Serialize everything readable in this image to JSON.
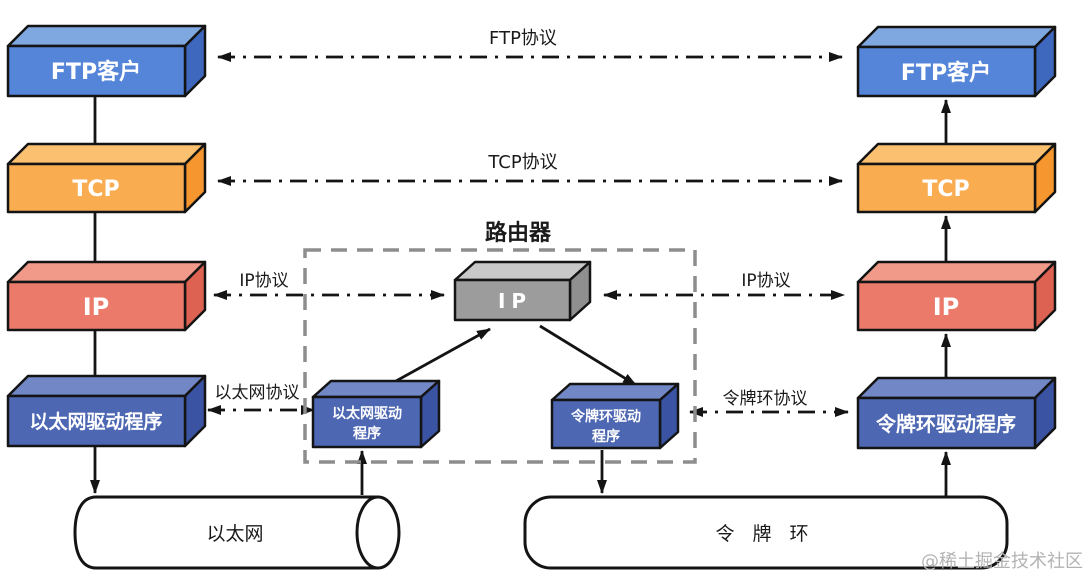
{
  "left_stack": {
    "app": "FTP客户",
    "transport": "TCP",
    "network": "IP",
    "driver": "以太网驱动程序",
    "medium": "以太网"
  },
  "right_stack": {
    "app": "FTP客户",
    "transport": "TCP",
    "network": "IP",
    "driver": "令牌环驱动程序",
    "medium": "令 牌 环"
  },
  "router": {
    "title": "路由器",
    "ip": "IP",
    "eth_driver_l1": "以太网驱动",
    "eth_driver_l2": "程序",
    "token_driver_l1": "令牌环驱动",
    "token_driver_l2": "程序"
  },
  "protocols": {
    "ftp": "FTP协议",
    "tcp": "TCP协议",
    "ip_left": "IP协议",
    "ip_right": "IP协议",
    "ethernet": "以太网协议",
    "token_ring": "令牌环协议"
  },
  "watermark": "@稀土掘金技术社区",
  "colors": {
    "blue_top": "#7FA8E0",
    "blue_front": "#5585D8",
    "blue_side": "#3E68BE",
    "orange_top": "#FBC171",
    "orange_front": "#F9AC50",
    "orange_side": "#F5962F",
    "red_top": "#F29A89",
    "red_front": "#EB7A6A",
    "red_side": "#DE6251",
    "navy_top": "#7287C5",
    "navy_front": "#4D67B3",
    "navy_side": "#3A53A2",
    "gray_top": "#C8C8C8",
    "gray_front": "#9C9C9C",
    "gray_side": "#8F8F8F",
    "outline": "#141414",
    "router_border": "#8D8D8D",
    "watermark_gray": "#B3B3B3"
  }
}
